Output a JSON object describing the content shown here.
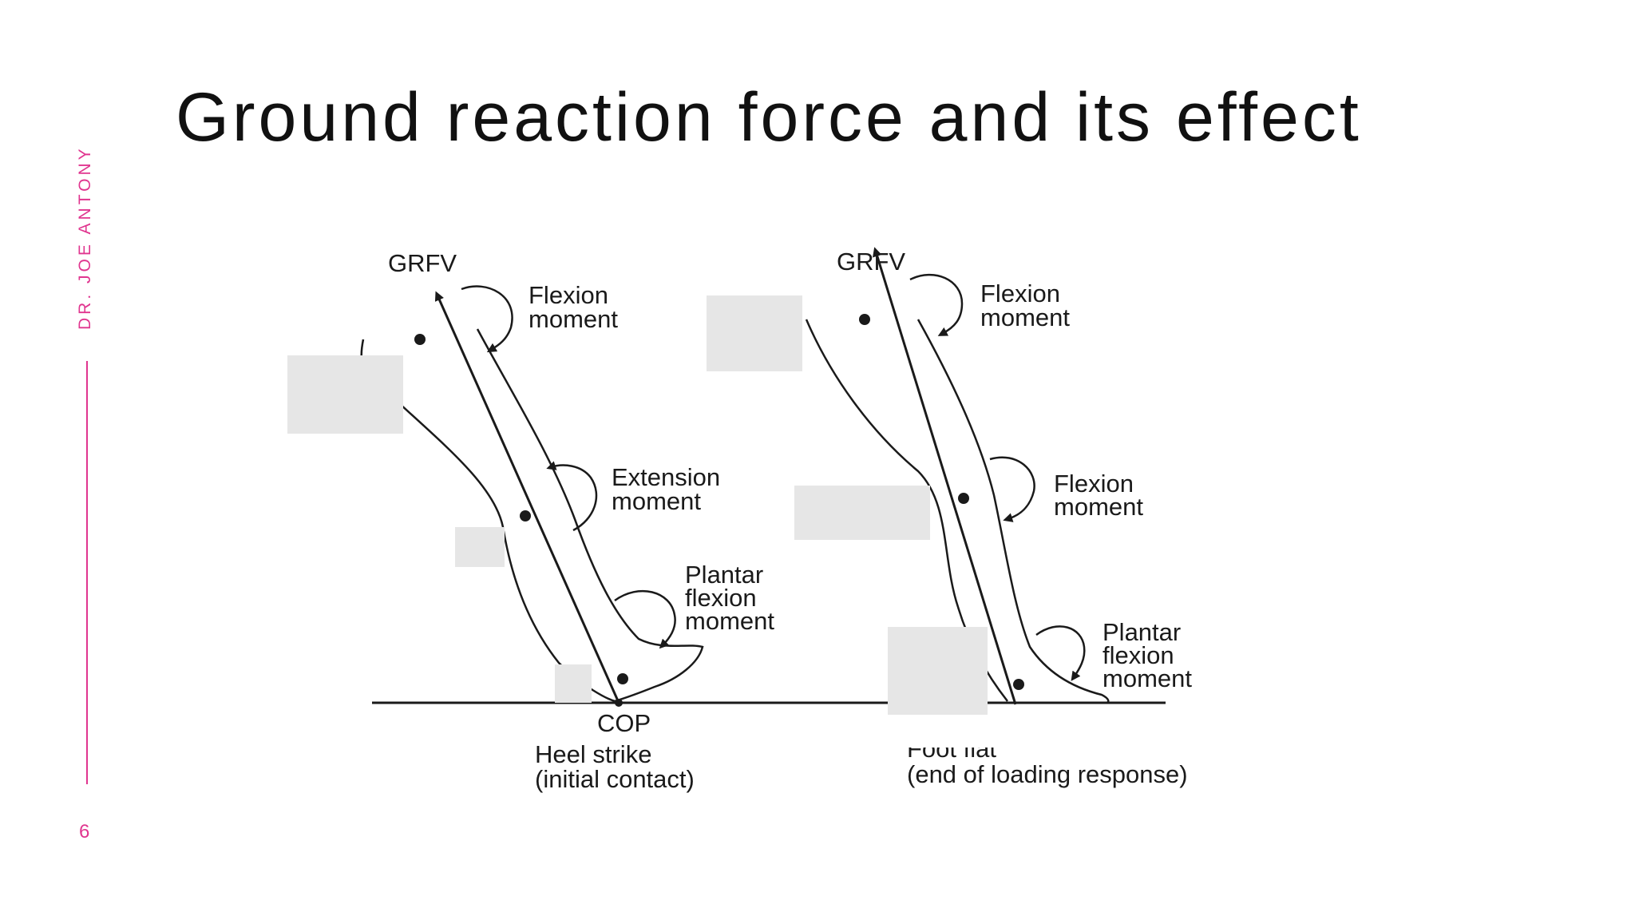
{
  "slide": {
    "title": "Ground reaction force and its effect",
    "author": "DR. JOE ANTONY",
    "page_number": "6",
    "accent_color": "#e0358f"
  },
  "diagram": {
    "left": {
      "grfv_label": "GRFV",
      "hip_moment": [
        "Flexion",
        "moment"
      ],
      "knee_moment": [
        "Extension",
        "moment"
      ],
      "ankle_moment": [
        "Plantar",
        "flexion",
        "moment"
      ],
      "cop_label": "COP",
      "caption": [
        "Heel strike",
        "(initial contact)"
      ]
    },
    "right": {
      "grfv_label": "GRFV",
      "hip_moment": [
        "Flexion",
        "moment"
      ],
      "knee_moment": [
        "Flexion",
        "moment"
      ],
      "ankle_moment": [
        "Plantar",
        "flexion",
        "moment"
      ],
      "caption": [
        "Foot flat",
        "(end of loading response)"
      ]
    }
  }
}
